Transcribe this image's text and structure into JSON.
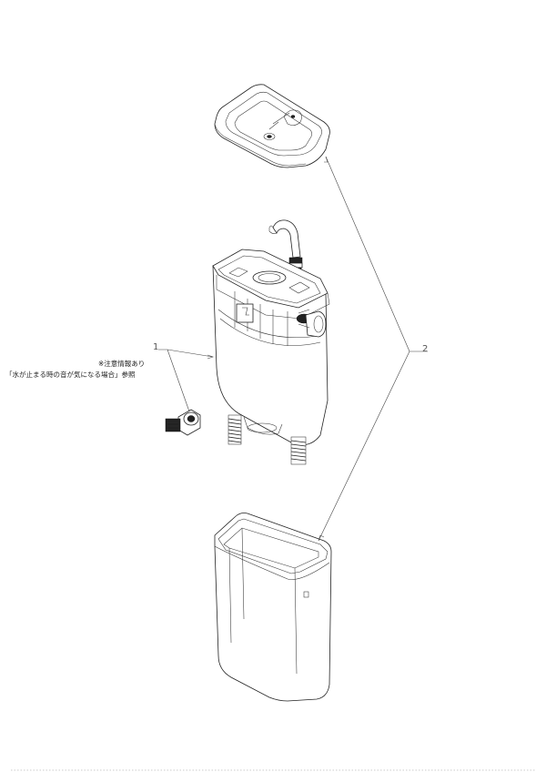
{
  "callouts": [
    {
      "number": "1",
      "note_lines": [
        "※注意情報あり",
        "「水が止まる時の音が気になる場合」参照"
      ]
    },
    {
      "number": "2"
    }
  ],
  "parts": [
    "tank-lid-bowl",
    "faucet-spout",
    "flush-valve-assembly",
    "stop-valve",
    "tank-body"
  ]
}
